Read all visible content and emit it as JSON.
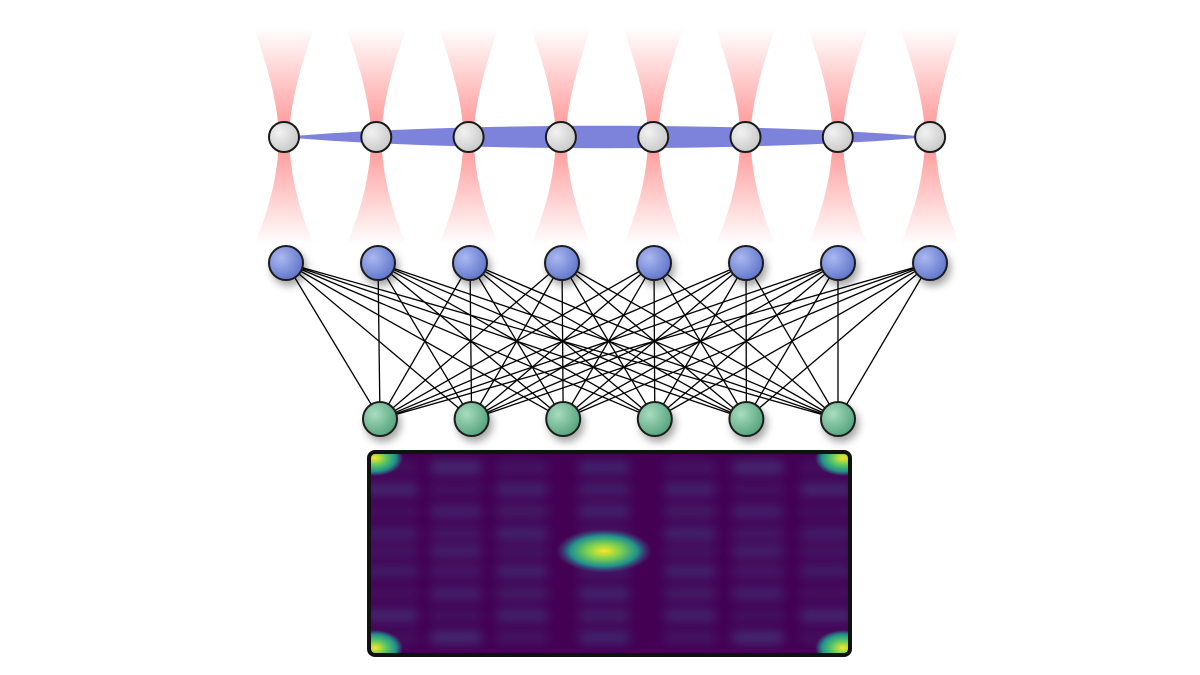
{
  "diagram": {
    "atom_count": 8,
    "visible_unit_count": 8,
    "hidden_unit_count": 6,
    "connectivity": "fully-connected",
    "colors": {
      "atom_fill": "#d9d9d9",
      "atom_stroke": "#1a1a1a",
      "entangling_beam": "#6f74d6",
      "tweezer_beam": "#ff7a7a",
      "visible_node": "#6f86d8",
      "hidden_node": "#5fb088",
      "edge": "#000000",
      "heatmap_low": "#440154",
      "heatmap_mid": "#3b528b",
      "heatmap_high": "#fde725"
    },
    "icons": {
      "atom": "circle",
      "visible_node": "circle",
      "hidden_node": "circle"
    }
  }
}
